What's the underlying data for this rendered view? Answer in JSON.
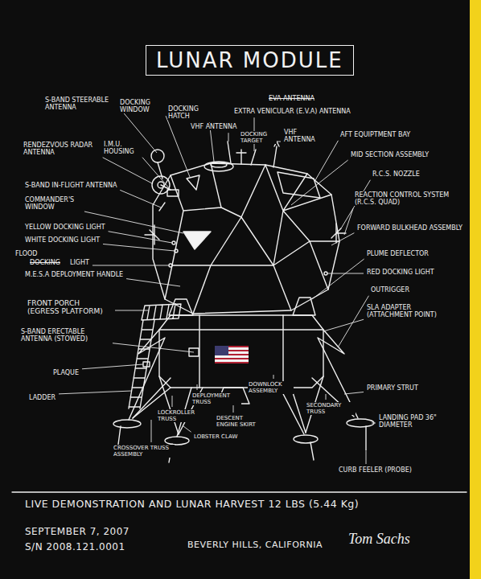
{
  "diagram": {
    "title": "LUNAR MODULE",
    "labels": [
      "S-BAND STEERABLE ANTENNA",
      "DOCKING WINDOW",
      "DOCKING HATCH",
      "EVA ANTENNA",
      "EXTRA VENICULAR (E.V.A) ANTENNA",
      "VHF ANTENNA",
      "DOCKING TARGET",
      "VHF ANTENNA",
      "AFT EQUIPTMENT BAY",
      "MID SECTION ASSEMBLY",
      "RENDEZVOUS RADAR ANTENNA",
      "I.M.U. HOUSING",
      "R.C.S. NOZZLE",
      "S-BAND IN-FLIGHT ANTENNA",
      "REACTION CONTROL SYSTEM (R.C.S. QUAD)",
      "COMMANDER'S WINDOW",
      "FORWARD BULKHEAD ASSEMBLY",
      "YELLOW DOCKING LIGHT",
      "WHITE DOCKING LIGHT",
      "FLOOD",
      "DOCKING",
      "LIGHT",
      "PLUME DEFLECTOR",
      "M.E.S.A DEPLOYMENT HANDLE",
      "RED DOCKING LIGHT",
      "OUTRIGGER",
      "FRONT PORCH (EGRESS PLATFORM)",
      "SLA ADAPTER (ATTACHMENT POINT)",
      "S-BAND ERECTABLE ANTENNA (STOWED)",
      "PLAQUE",
      "PRIMARY STRUT",
      "LADDER",
      "DEPLOYMENT TRUSS",
      "DOWNLOCK ASSEMBLY",
      "LOCKROLLER TRUSS",
      "SECONDARY TRUSS",
      "DESCENT ENGINE SKIRT",
      "LOBSTER CLAW",
      "LANDING PAD 36\" DIAMETER",
      "CROSSOVER TRUSS ASSEMBLY",
      "CURB FEELER (PROBE)",
      "LIVE DEMONSTRATION AND LUNAR HARVEST 12 LBS (5.44 Kg)",
      "SEPTEMBER 7, 2007",
      "S/N 2008.121.0001",
      "BEVERLY HILLS, CALIFORNIA",
      "Tom Sachs"
    ]
  }
}
